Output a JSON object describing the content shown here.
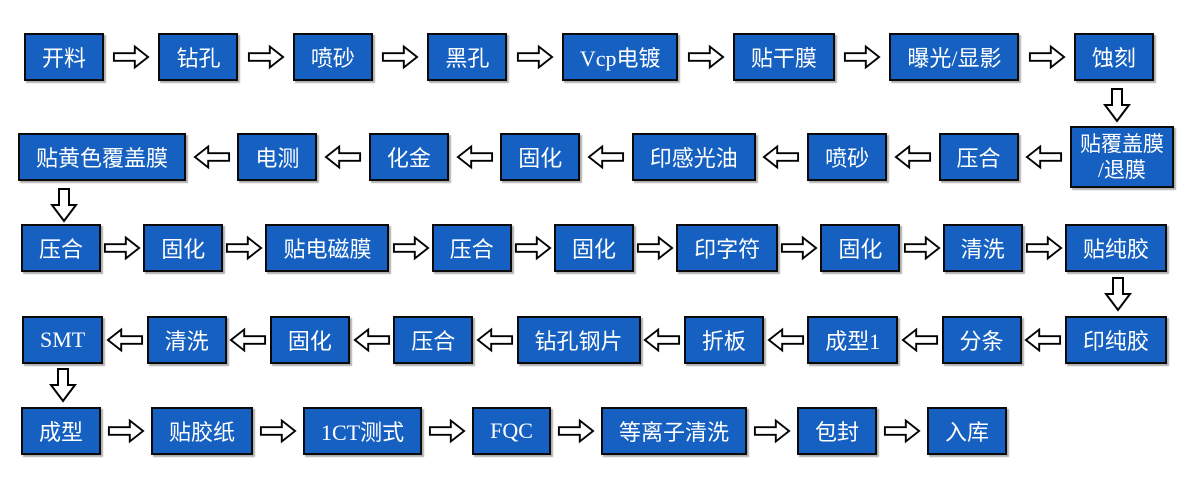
{
  "diagram": {
    "type": "flowchart",
    "colors": {
      "box_fill": "#1560C0",
      "box_border": "#0a0a0a",
      "box_text": "#ffffff",
      "arrow_fill": "#ffffff",
      "arrow_stroke": "#000000",
      "background": "#ffffff"
    },
    "rows": [
      {
        "direction": "right",
        "nodes": [
          {
            "label": "开料"
          },
          {
            "label": "钻孔"
          },
          {
            "label": "喷砂"
          },
          {
            "label": "黑孔"
          },
          {
            "label": "Vcp电镀"
          },
          {
            "label": "贴干膜"
          },
          {
            "label": "曝光/显影"
          },
          {
            "label": "蚀刻"
          }
        ]
      },
      {
        "direction": "left",
        "nodes": [
          {
            "label": "贴覆盖膜/退膜",
            "lines": [
              "贴覆盖膜",
              "/退膜"
            ]
          },
          {
            "label": "压合"
          },
          {
            "label": "喷砂"
          },
          {
            "label": "印感光油"
          },
          {
            "label": "固化"
          },
          {
            "label": "化金"
          },
          {
            "label": "电测"
          },
          {
            "label": "贴黄色覆盖膜"
          }
        ]
      },
      {
        "direction": "right",
        "nodes": [
          {
            "label": "压合"
          },
          {
            "label": "固化"
          },
          {
            "label": "贴电磁膜"
          },
          {
            "label": "压合"
          },
          {
            "label": "固化"
          },
          {
            "label": "印字符"
          },
          {
            "label": "固化"
          },
          {
            "label": "清洗"
          },
          {
            "label": "贴纯胶"
          }
        ]
      },
      {
        "direction": "left",
        "nodes": [
          {
            "label": "印纯胶"
          },
          {
            "label": "分条"
          },
          {
            "label": "成型1"
          },
          {
            "label": "折板"
          },
          {
            "label": "钻孔钢片"
          },
          {
            "label": "压合"
          },
          {
            "label": "固化"
          },
          {
            "label": "清洗"
          },
          {
            "label": "SMT"
          }
        ]
      },
      {
        "direction": "right",
        "nodes": [
          {
            "label": "成型"
          },
          {
            "label": "贴胶纸"
          },
          {
            "label": "1CT测式"
          },
          {
            "label": "FQC"
          },
          {
            "label": "等离子清洗"
          },
          {
            "label": "包封"
          },
          {
            "label": "入库"
          }
        ]
      }
    ],
    "drop_connectors": [
      {
        "from": "蚀刻",
        "to": "贴覆盖膜/退膜",
        "side": "right"
      },
      {
        "from": "贴黄色覆盖膜",
        "to": "压合",
        "side": "left"
      },
      {
        "from": "贴纯胶",
        "to": "印纯胶",
        "side": "right"
      },
      {
        "from": "SMT",
        "to": "成型",
        "side": "left"
      }
    ]
  }
}
